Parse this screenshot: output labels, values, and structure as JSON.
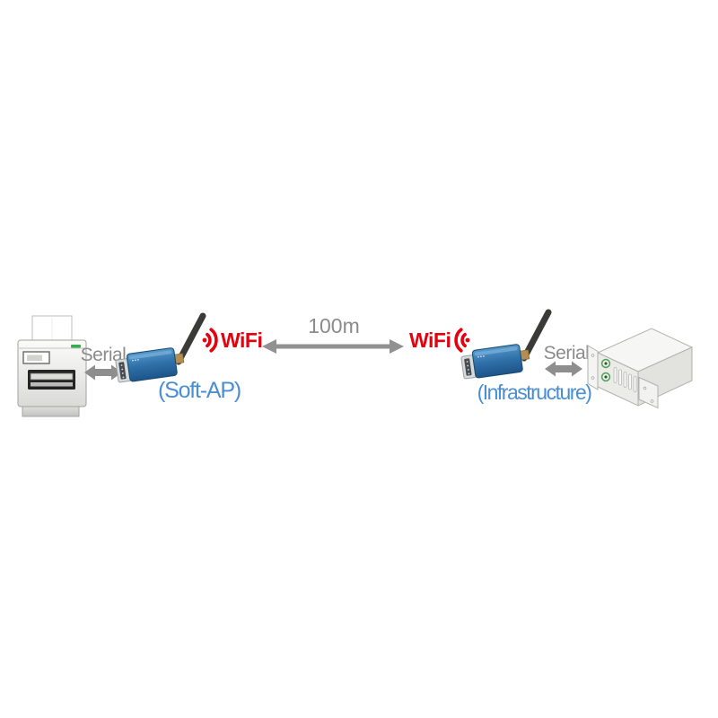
{
  "diagram": {
    "left": {
      "device_icon": "printer",
      "serial_label": "Serial",
      "wifi_label": "WiFi",
      "mode_label": "(Soft-AP)"
    },
    "center": {
      "distance_label": "100m"
    },
    "right": {
      "device_icon": "rack-server",
      "serial_label": "Serial",
      "wifi_label": "WiFi",
      "mode_label": "(Infrastructure)"
    },
    "colors": {
      "wifi_red": "#e7000e",
      "mode_blue": "#4a8ed4",
      "label_gray": "#8b8b8b",
      "adapter_blue": "#2f6fa8",
      "led_green": "#35ae4c"
    }
  }
}
